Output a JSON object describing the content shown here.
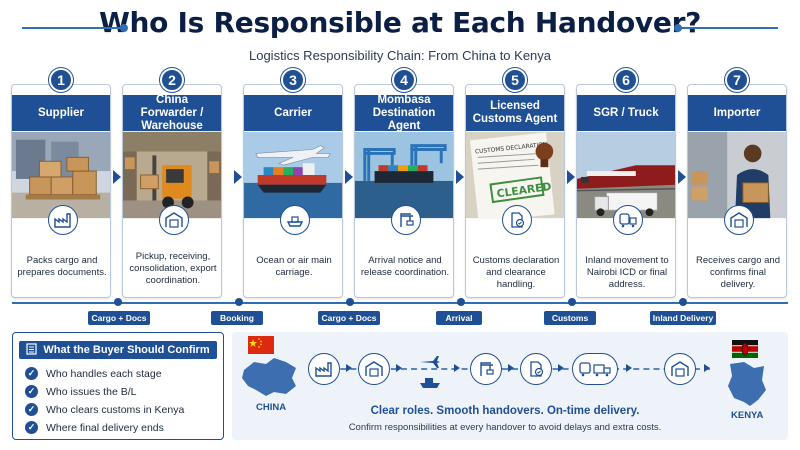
{
  "header": {
    "title": "Who Is Responsible at Each Handover?",
    "subtitle": "Logistics Responsibility Chain: From China to Kenya"
  },
  "stages": [
    {
      "number": "1",
      "title": "Supplier",
      "description": "Packs cargo and prepares documents.",
      "icon": "factory-icon"
    },
    {
      "number": "2",
      "title": "China Forwarder / Warehouse",
      "description": "Pickup, receiving, consolidation, export coordination.",
      "icon": "warehouse-icon"
    },
    {
      "number": "3",
      "title": "Carrier",
      "description": "Ocean or air main carriage.",
      "icon": "ship-icon"
    },
    {
      "number": "4",
      "title": "Mombasa Destination Agent",
      "description": "Arrival notice and release coordination.",
      "icon": "port-crane-icon"
    },
    {
      "number": "5",
      "title": "Licensed Customs Agent",
      "description": "Customs declaration and clearance handling.",
      "icon": "customs-document-icon",
      "image_stamp": "CLEARED",
      "image_doc": "CUSTOMS DECLARATION"
    },
    {
      "number": "6",
      "title": "SGR / Truck",
      "description": "Inland movement to Nairobi ICD or final address.",
      "icon": "train-truck-icon"
    },
    {
      "number": "7",
      "title": "Importer",
      "description": "Receives cargo and confirms final delivery.",
      "icon": "warehouse-icon"
    }
  ],
  "handover_labels": [
    "Cargo + Docs",
    "Booking",
    "Cargo + Docs",
    "Arrival",
    "Customs",
    "Inland Delivery"
  ],
  "confirm": {
    "title": "What the Buyer Should Confirm",
    "items": [
      "Who handles each stage",
      "Who issues the B/L",
      "Who clears customs in Kenya",
      "Where final delivery ends"
    ]
  },
  "route": {
    "origin": "CHINA",
    "destination": "KENYA",
    "slogan": "Clear roles. Smooth handovers. On-time delivery.",
    "note": "Confirm responsibilities at every handover to avoid delays and extra costs.",
    "icons": [
      "factory-icon",
      "warehouse-icon",
      "plane-icon",
      "ship-icon",
      "port-crane-icon",
      "customs-document-icon",
      "train-truck-icon",
      "warehouse-icon"
    ]
  },
  "colors": {
    "primary": "#1f4f94",
    "accent": "#2f6fb5",
    "china_red": "#de2910",
    "kenya_green": "#006600"
  }
}
